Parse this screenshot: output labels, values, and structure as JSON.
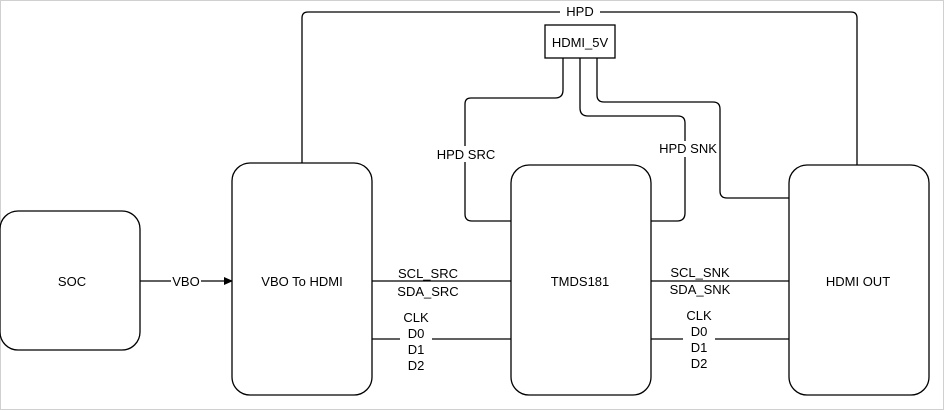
{
  "blocks": {
    "soc": "SOC",
    "vbo_to_hdmi": "VBO To HDMI",
    "tmds181": "TMDS181",
    "hdmi_out": "HDMI OUT",
    "hdmi_5v": "HDMI_5V"
  },
  "signals": {
    "vbo": "VBO",
    "hpd": "HPD",
    "hpd_src": "HPD SRC",
    "hpd_snk": "HPD SNK",
    "scl_src": "SCL_SRC",
    "sda_src": "SDA_SRC",
    "scl_snk": "SCL_SNK",
    "sda_snk": "SDA_SNK",
    "left_lanes": [
      "CLK",
      "D0",
      "D1",
      "D2"
    ],
    "right_lanes": [
      "CLK",
      "D0",
      "D1",
      "D2"
    ]
  }
}
